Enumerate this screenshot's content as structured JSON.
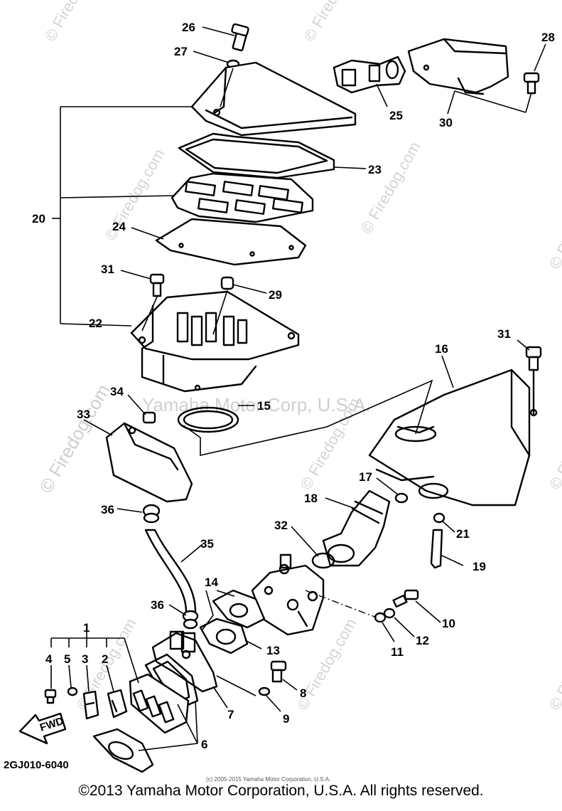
{
  "diagram": {
    "part_code": "2GJ010-6040",
    "fwd_label": "FWD",
    "small_copyright": "(c) 2005-2015 Yamaha Motor Corporation, U.S.A.",
    "center_watermark": "Yamaha Motor Corp, U.S.A.",
    "watermark": "© Firedog.com",
    "copyright": "©2013 Yamaha Motor Corporation, U.S.A. All rights reserved.",
    "callouts": {
      "c1": "1",
      "c2": "2",
      "c3": "3",
      "c4": "4",
      "c5": "5",
      "c6": "6",
      "c7": "7",
      "c8": "8",
      "c9": "9",
      "c10": "10",
      "c11": "11",
      "c12": "12",
      "c13": "13",
      "c14": "14",
      "c15": "15",
      "c16": "16",
      "c17": "17",
      "c18": "18",
      "c19": "19",
      "c20": "20",
      "c21": "21",
      "c22": "22",
      "c23": "23",
      "c24": "24",
      "c25": "25",
      "c26": "26",
      "c27": "27",
      "c28": "28",
      "c29": "29",
      "c30": "30",
      "c31a": "31",
      "c31b": "31",
      "c32": "32",
      "c33": "33",
      "c34": "34",
      "c35": "35",
      "c36a": "36",
      "c36b": "36"
    }
  }
}
